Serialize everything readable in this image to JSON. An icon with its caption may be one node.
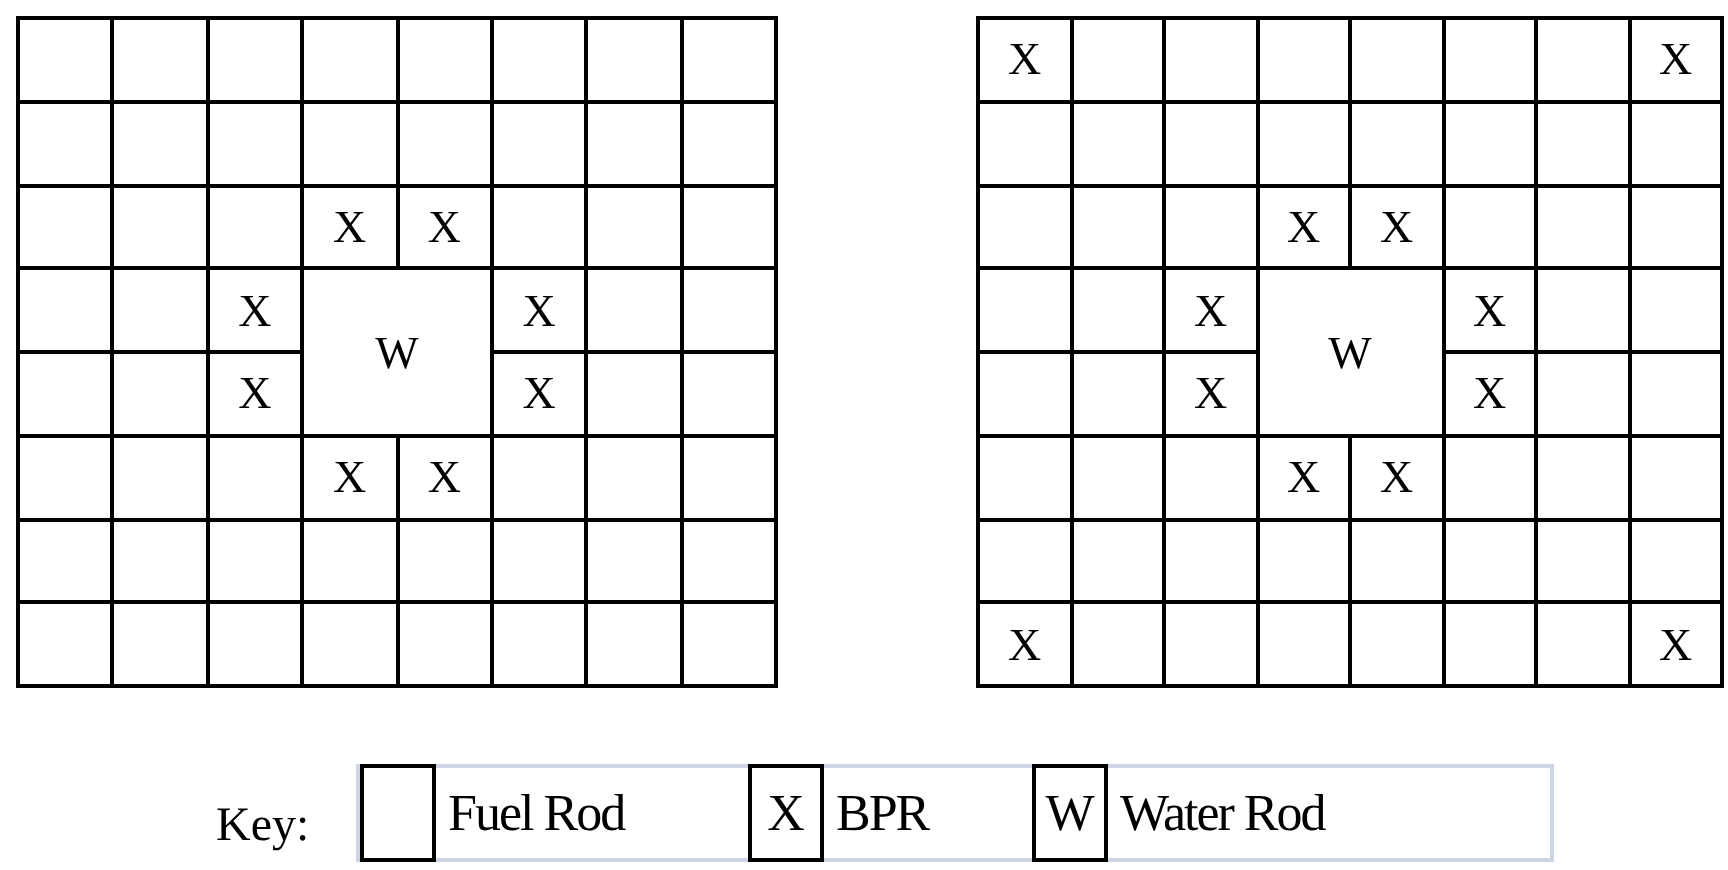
{
  "diagram": {
    "labels": [
      "X",
      "X",
      "X",
      "W",
      "X",
      "X",
      "X",
      "X",
      "X",
      "X",
      "X",
      "X",
      "X",
      "X",
      "W",
      "X",
      "X",
      "X",
      "X",
      "X",
      "X",
      "X",
      "Key:",
      "X",
      "W"
    ],
    "legend": [
      {
        "text": "Fuel Rod"
      },
      {
        "text": "BPR"
      },
      {
        "text": "Water Rod"
      }
    ]
  }
}
